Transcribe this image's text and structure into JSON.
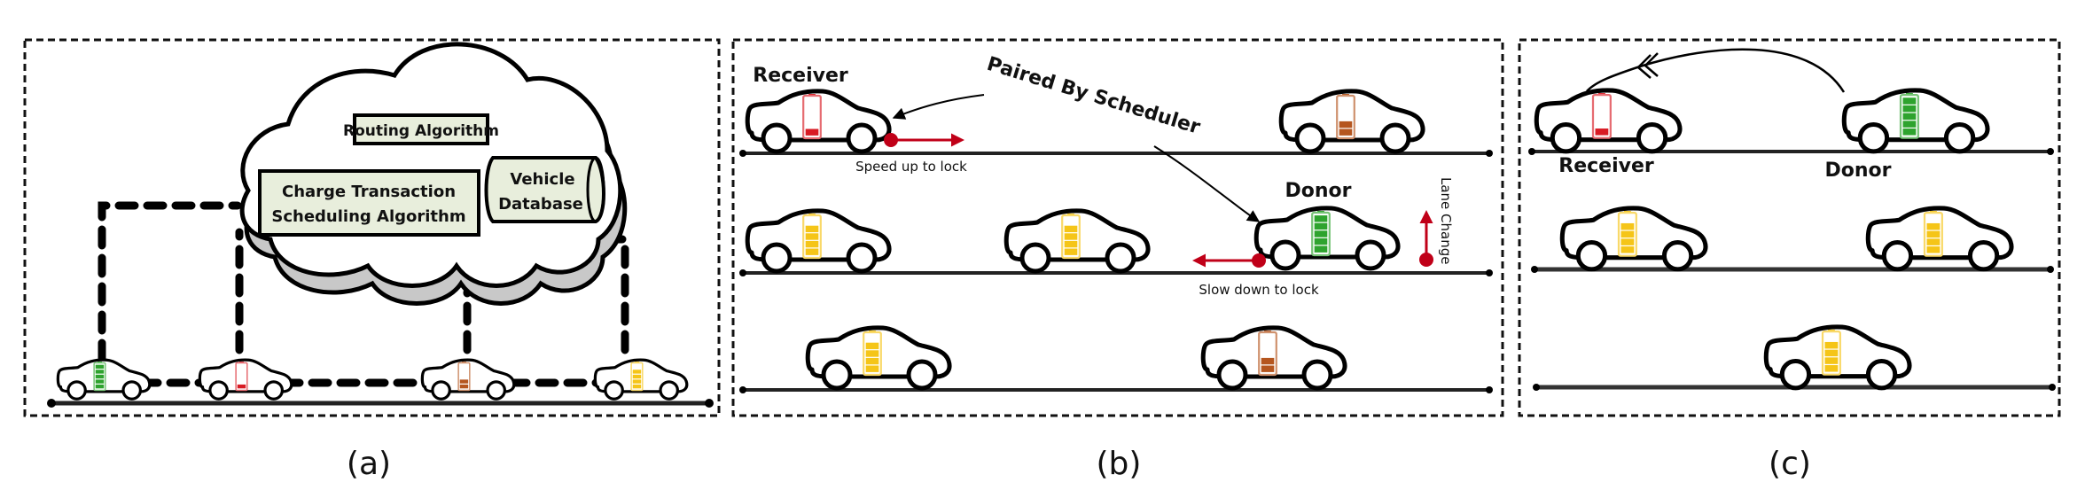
{
  "colors": {
    "full": "#2ea32e",
    "empty": "#d81b24",
    "half": "#b5561f",
    "medium": "#f5c518",
    "red_arrow": "#c00018",
    "box_fill": "#e8eedc",
    "cloud_shadow": "#c8c8c8"
  },
  "panels": [
    {
      "id": "a",
      "caption": "(a)",
      "cloud": {
        "routing_label": "Routing Algorithm",
        "scheduling_label_line1": "Charge Transaction",
        "scheduling_label_line2": "Scheduling Algorithm",
        "database_label_line1": "Vehicle",
        "database_label_line2": "Database"
      },
      "cars": [
        {
          "battery": "full",
          "level": 1.0
        },
        {
          "battery": "empty",
          "level": 0.15
        },
        {
          "battery": "half",
          "level": 0.45
        },
        {
          "battery": "medium",
          "level": 0.7
        }
      ]
    },
    {
      "id": "b",
      "caption": "(b)",
      "receiver_label": "Receiver",
      "donor_label": "Donor",
      "paired_label": "Paired By Scheduler",
      "speed_up_label": "Speed up to lock",
      "slow_down_label": "Slow down to lock",
      "lane_change_label": "Lane Change",
      "cars": [
        {
          "lane": 1,
          "battery": "empty",
          "level": 0.15,
          "role": "receiver"
        },
        {
          "lane": 1,
          "battery": "half",
          "level": 0.45
        },
        {
          "lane": 2,
          "battery": "medium",
          "level": 0.7
        },
        {
          "lane": 2,
          "battery": "medium",
          "level": 0.7
        },
        {
          "lane": 2,
          "battery": "full",
          "level": 1.0,
          "role": "donor"
        },
        {
          "lane": 3,
          "battery": "medium",
          "level": 0.7
        },
        {
          "lane": 3,
          "battery": "half",
          "level": 0.45
        }
      ]
    },
    {
      "id": "c",
      "caption": "(c)",
      "receiver_label": "Receiver",
      "donor_label": "Donor",
      "cars": [
        {
          "lane": 1,
          "battery": "empty",
          "level": 0.15,
          "role": "receiver"
        },
        {
          "lane": 1,
          "battery": "full",
          "level": 1.0,
          "role": "donor"
        },
        {
          "lane": 2,
          "battery": "medium",
          "level": 0.7
        },
        {
          "lane": 2,
          "battery": "medium",
          "level": 0.7
        },
        {
          "lane": 3,
          "battery": "medium",
          "level": 0.7
        }
      ]
    }
  ]
}
